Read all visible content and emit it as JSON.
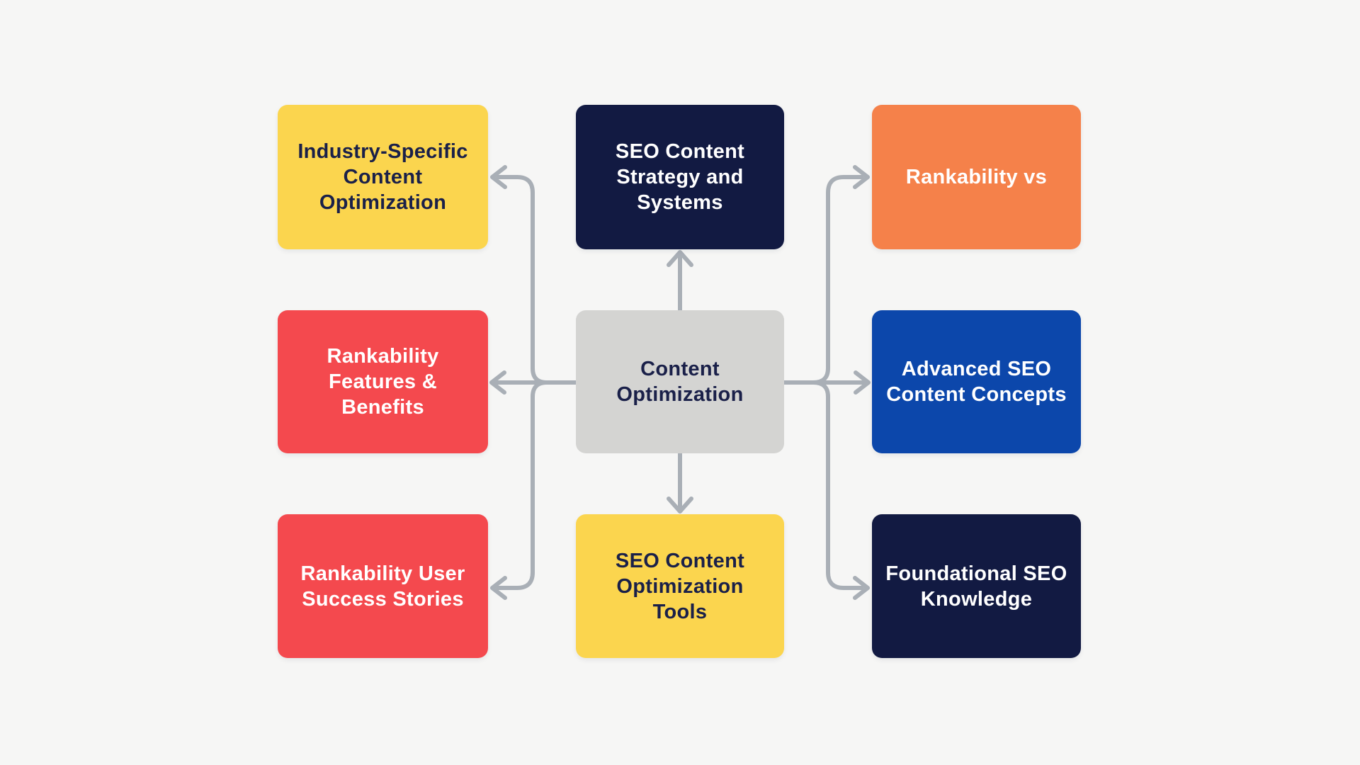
{
  "colors": {
    "background": "#f6f6f5",
    "arrow": "#a9afb6",
    "navy": "#121a42",
    "yellow": "#fbd54e",
    "orange": "#f5814a",
    "red": "#f4494e",
    "blue": "#0c47ab",
    "gray": "#d4d4d2",
    "text_dark": "#1a2049",
    "text_light": "#ffffff"
  },
  "diagram": {
    "center_node": {
      "id": "content-optimization",
      "label": "Content\nOptimization",
      "bg": "#d4d4d2",
      "text_color": "#1a2049"
    },
    "nodes": [
      {
        "id": "industry-specific-content-optimization",
        "label": "Industry-Specific\nContent\nOptimization",
        "bg": "#fbd54e",
        "text_color": "#1a2049",
        "position": "top-left"
      },
      {
        "id": "seo-content-strategy-and-systems",
        "label": "SEO Content\nStrategy and\nSystems",
        "bg": "#121a42",
        "text_color": "#ffffff",
        "position": "top-center"
      },
      {
        "id": "rankability-vs",
        "label": "Rankability vs",
        "bg": "#f5814a",
        "text_color": "#ffffff",
        "position": "top-right"
      },
      {
        "id": "rankability-features-benefits",
        "label": "Rankability\nFeatures &\nBenefits",
        "bg": "#f4494e",
        "text_color": "#ffffff",
        "position": "middle-left"
      },
      {
        "id": "advanced-seo-content-concepts",
        "label": "Advanced SEO\nContent Concepts",
        "bg": "#0c47ab",
        "text_color": "#ffffff",
        "position": "middle-right"
      },
      {
        "id": "rankability-user-success-stories",
        "label": "Rankability User\nSuccess Stories",
        "bg": "#f4494e",
        "text_color": "#ffffff",
        "position": "bottom-left"
      },
      {
        "id": "seo-content-optimization-tools",
        "label": "SEO Content\nOptimization\nTools",
        "bg": "#fbd54e",
        "text_color": "#1a2049",
        "position": "bottom-center"
      },
      {
        "id": "foundational-seo-knowledge",
        "label": "Foundational SEO\nKnowledge",
        "bg": "#121a42",
        "text_color": "#ffffff",
        "position": "bottom-right"
      }
    ],
    "connections": [
      {
        "from": "content-optimization",
        "to": "seo-content-strategy-and-systems"
      },
      {
        "from": "content-optimization",
        "to": "seo-content-optimization-tools"
      },
      {
        "from": "content-optimization",
        "to": "rankability-features-benefits"
      },
      {
        "from": "content-optimization",
        "to": "advanced-seo-content-concepts"
      },
      {
        "from": "content-optimization",
        "to": "industry-specific-content-optimization"
      },
      {
        "from": "content-optimization",
        "to": "rankability-user-success-stories"
      },
      {
        "from": "content-optimization",
        "to": "rankability-vs"
      },
      {
        "from": "content-optimization",
        "to": "foundational-seo-knowledge"
      }
    ]
  }
}
